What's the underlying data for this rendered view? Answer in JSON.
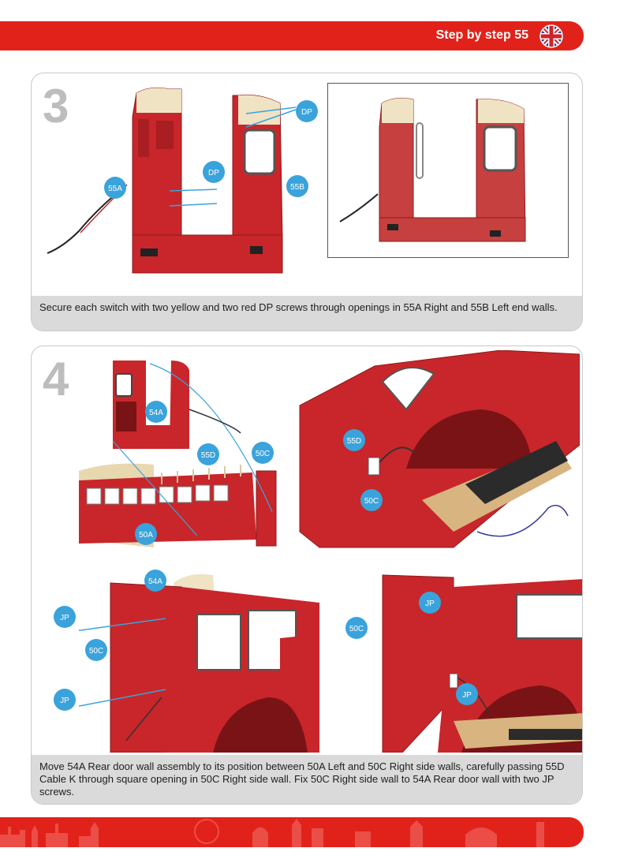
{
  "header": {
    "title": "Step by step 55",
    "flag_icon": "uk-flag-icon",
    "color": "#e1221b"
  },
  "steps": [
    {
      "number": "3",
      "labels": {
        "dp_top": "DP",
        "dp_mid": "DP",
        "part_55a": "55A",
        "part_55b": "55B"
      },
      "caption": "Secure each switch with two yellow and two red DP screws through openings in 55A Right and 55B Left end walls."
    },
    {
      "number": "4",
      "labels": {
        "part_54a_top": "54A",
        "part_55d_top": "55D",
        "part_50c_top": "50C",
        "part_50a": "50A",
        "part_55d_right": "55D",
        "part_50c_right": "50C",
        "part_54a_bottom": "54A",
        "jp_top_left": "JP",
        "part_50c_left": "50C",
        "jp_bottom_left": "JP",
        "jp_top_right": "JP",
        "part_50c_bottom_right": "50C",
        "jp_bottom_right": "JP"
      },
      "caption": "Move 54A Rear door wall assembly to its position between 50A Left and 50C Right side walls, carefully passing 55D Cable K through square opening in 50C Right side wall. Fix 50C Right side wall to 54A Rear door wall with two JP screws."
    }
  ],
  "colors": {
    "bus_red": "#c8262a",
    "callout_blue": "#3aa3dc",
    "panel_caption_bg": "#dadada"
  }
}
